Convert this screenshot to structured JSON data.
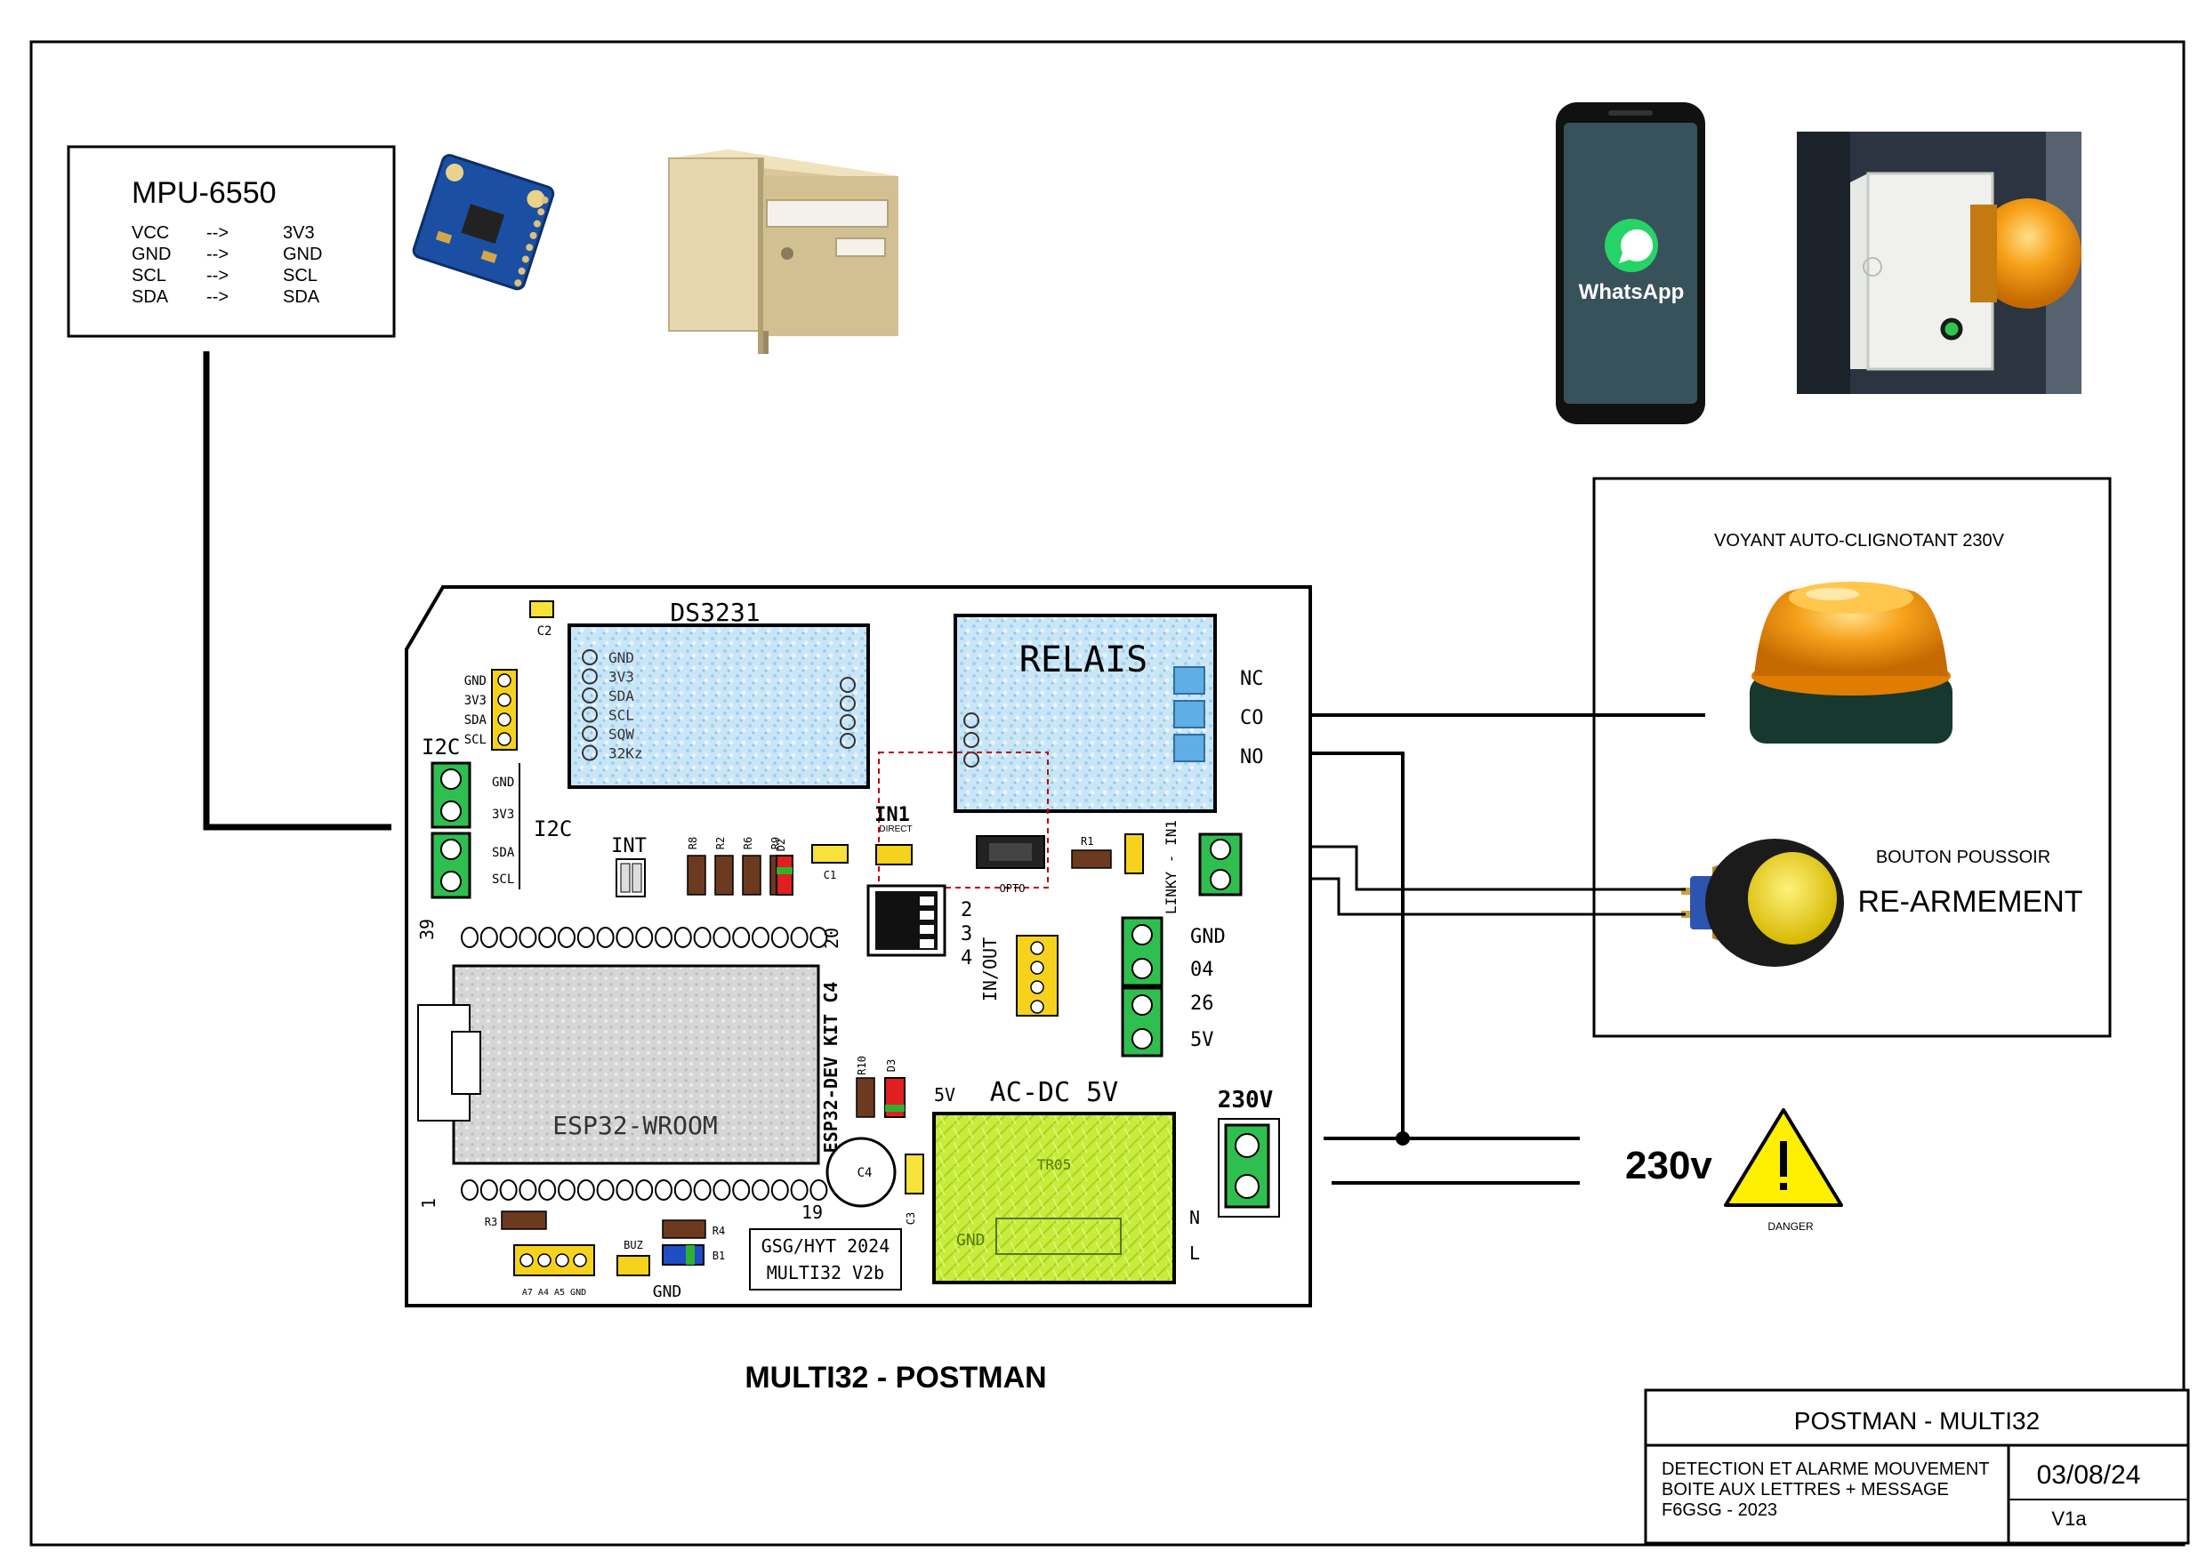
{
  "mpu_box": {
    "title": "MPU-6550",
    "rows": [
      {
        "from": "VCC",
        "arrow": "-->",
        "to": "3V3"
      },
      {
        "from": "GND",
        "arrow": "-->",
        "to": "GND"
      },
      {
        "from": "SCL",
        "arrow": "-->",
        "to": "SCL"
      },
      {
        "from": "SDA",
        "arrow": "-->",
        "to": "SDA"
      }
    ]
  },
  "phone": {
    "app_label": "WhatsApp"
  },
  "pcb": {
    "rtc_label": "DS3231",
    "rtc_pins": [
      "GND",
      "3V3",
      "SDA",
      "SCL",
      "SQW",
      "32Kz"
    ],
    "relay_label": "RELAIS",
    "relay_terms": [
      "NC",
      "CO",
      "NO"
    ],
    "c2": "C2",
    "header_pins": [
      "GND",
      "3V3",
      "SDA",
      "SCL"
    ],
    "i2c_left": "I2C",
    "i2c_mid": "I2C",
    "i2c_term_pins": [
      "GND",
      "3V3",
      "SDA",
      "SCL"
    ],
    "int_label": "INT",
    "r_labels": [
      "R8",
      "R2",
      "R6",
      "R9"
    ],
    "d2": "D2",
    "c1": "C1",
    "in1": "IN1",
    "direct": "DIRECT",
    "opto": "OPTO",
    "r1": "R1",
    "linky": "LINKY - IN1",
    "dip_numbers": [
      "2",
      "3",
      "4"
    ],
    "pin39": "39",
    "pin20": "20",
    "pin1": "1",
    "pin19": "19",
    "esp_label": "ESP32-WROOM",
    "esp_kit": "ESP32-DEV KIT C4",
    "inout": "IN/OUT",
    "gpio_terms": [
      "GND",
      "04",
      "26",
      "5V"
    ],
    "r10": "R10",
    "d3": "D3",
    "c4": "C4",
    "c3": "C3",
    "five_v": "5V",
    "acdc_label": "AC-DC 5V",
    "acdc_inner": "TR05",
    "acdc_sub": "GND",
    "v230_label": "230V",
    "n_label": "N",
    "l_label": "L",
    "r3": "R3",
    "r4": "R4",
    "b1": "B1",
    "buz": "BUZ",
    "gnd_bottom": "GND",
    "bottom_pins": "A7 A4 A5 GND",
    "sig_line1": "GSG/HYT 2024",
    "sig_line2": "MULTI32 V2b"
  },
  "board_caption": "MULTI32 - POSTMAN",
  "right_panel": {
    "beacon_title": "VOYANT AUTO-CLIGNOTANT 230V",
    "button_title": "BOUTON POUSSOIR",
    "button_sub": "RE-ARMEMENT"
  },
  "mains": {
    "label": "230v",
    "danger": "DANGER"
  },
  "title_block": {
    "title": "POSTMAN - MULTI32",
    "desc_line1": "DETECTION ET ALARME MOUVEMENT",
    "desc_line2": "BOITE AUX LETTRES + MESSAGE",
    "desc_line3": "F6GSG -  2023",
    "date": "03/08/24",
    "version": "V1a"
  }
}
